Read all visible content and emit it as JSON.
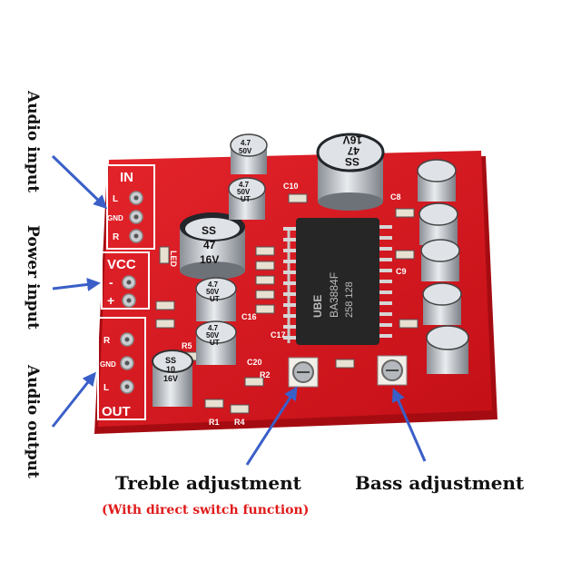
{
  "labels": {
    "audio_input": "Audio input",
    "power_input": "Power input",
    "audio_output": "Audio output",
    "treble": "Treble adjustment",
    "bass": "Bass adjustment",
    "treble_note": "(With direct switch function)"
  },
  "board": {
    "in_header": "IN",
    "in_pins": [
      "L",
      "GND",
      "R"
    ],
    "vcc_header": "VCC",
    "vcc_pins": [
      "-",
      "+"
    ],
    "out_header": "OUT",
    "out_pins": [
      "R",
      "GND",
      "L"
    ],
    "chip_text": [
      "BA3884F",
      "258 128"
    ],
    "chip_logo": "UBE",
    "cap_big_1": [
      "SS",
      "47",
      "16V"
    ],
    "cap_big_2": [
      "SS",
      "47",
      "16V"
    ],
    "cap_small": [
      "4.7",
      "50V",
      "UT"
    ],
    "cap_ss10": [
      "SS",
      "10",
      "16V"
    ],
    "silk": [
      "C10",
      "C8",
      "C9",
      "C16",
      "C17",
      "C20",
      "R1",
      "R2",
      "R4",
      "R5",
      "LED"
    ]
  },
  "colors": {
    "pcb": "#d8141c",
    "pcb_edge": "#a50c12",
    "arrow": "#3a5fc8",
    "note": "#e01b1b"
  }
}
